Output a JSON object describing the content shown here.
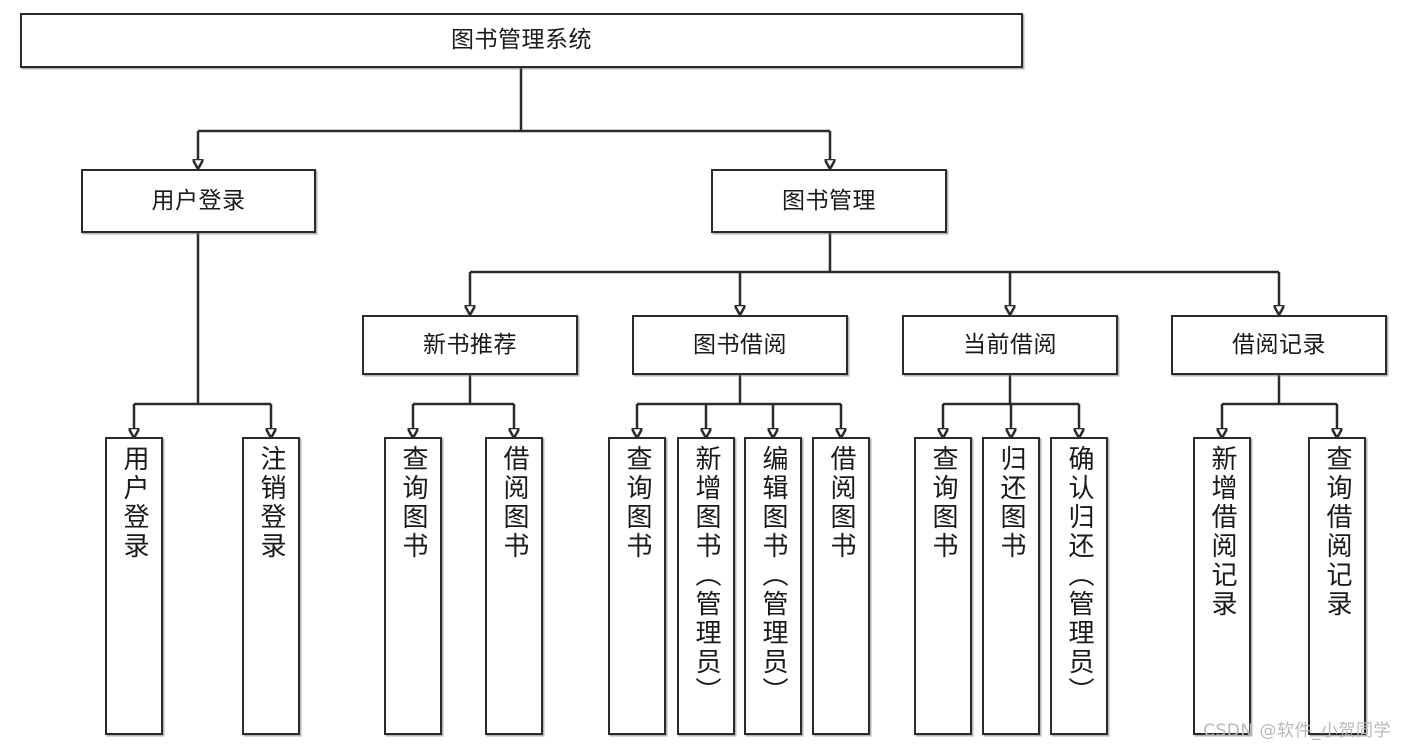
{
  "diagram": {
    "title": "图书管理系统",
    "type": "tree-hierarchy-diagram",
    "colors": {
      "box_border": "#2b2b2b",
      "box_fill": "#ffffff",
      "edge": "#2b2b2b",
      "text": "#1a1a1a",
      "watermark": "#b9b9b9"
    },
    "root": {
      "label": "图书管理系统"
    },
    "level2": [
      {
        "label": "用户登录"
      },
      {
        "label": "图书管理"
      }
    ],
    "level3": [
      {
        "label": "新书推荐"
      },
      {
        "label": "图书借阅"
      },
      {
        "label": "当前借阅"
      },
      {
        "label": "借阅记录"
      }
    ],
    "leaves": {
      "user_login": [
        {
          "label": "用户登录"
        },
        {
          "label": "注销登录"
        }
      ],
      "new_book_recommend": [
        {
          "label": "查询图书"
        },
        {
          "label": "借阅图书"
        }
      ],
      "book_borrow": [
        {
          "label": "查询图书"
        },
        {
          "label": "新增图书（管理员）"
        },
        {
          "label": "编辑图书（管理员）"
        },
        {
          "label": "借阅图书"
        }
      ],
      "current_borrow": [
        {
          "label": "查询图书"
        },
        {
          "label": "归还图书"
        },
        {
          "label": "确认归还（管理员）"
        }
      ],
      "borrow_record": [
        {
          "label": "新增借阅记录"
        },
        {
          "label": "查询借阅记录"
        }
      ]
    }
  },
  "watermark": {
    "text": "CSDN @软件_小贺同学"
  }
}
